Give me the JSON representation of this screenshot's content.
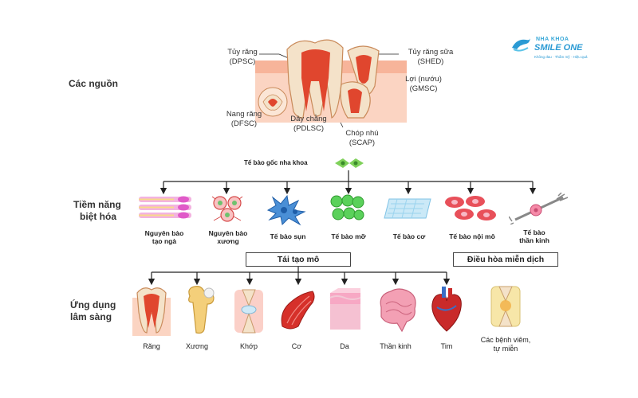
{
  "logo": {
    "line1": "NHA KHOA",
    "line2": "SMILE ONE",
    "tagline": "Không đau · Thẩm mỹ · Hiệu quả"
  },
  "rows": {
    "sources": "Các nguồn",
    "potential_line1": "Tiềm năng",
    "potential_line2": "biệt hóa",
    "clinical_line1": "Ứng dụng",
    "clinical_line2": "lâm sàng"
  },
  "sources": {
    "pulp_name": "Tủy răng",
    "pulp_code": "(DPSC)",
    "shed_name": "Tủy răng sữa",
    "shed_code": "(SHED)",
    "gingiva_name": "Lợi (nướu)",
    "gingiva_code": "(GMSC)",
    "follicle_name": "Nang răng",
    "follicle_code": "(DFSC)",
    "pdl_name": "Dây chằng",
    "pdl_code": "(PDLSC)",
    "papilla_name": "Chóp nhú",
    "papilla_code": "(SCAP)"
  },
  "stem_cell_label": "Tế bào gốc nha khoa",
  "differentiation": [
    {
      "line1": "Nguyên bào",
      "line2": "tạo ngà"
    },
    {
      "line1": "Nguyên bào",
      "line2": "xương"
    },
    {
      "line1": "Tế bào sụn",
      "line2": ""
    },
    {
      "line1": "Tế bào mỡ",
      "line2": ""
    },
    {
      "line1": "Tế bào cơ",
      "line2": ""
    },
    {
      "line1": "Tế bào nội mô",
      "line2": ""
    },
    {
      "line1": "Tế bào",
      "line2": "thần kinh"
    }
  ],
  "boxes": {
    "regeneration": "Tái tạo mô",
    "immune": "Điều hòa miễn dịch"
  },
  "applications": [
    {
      "line1": "Răng",
      "line2": ""
    },
    {
      "line1": "Xương",
      "line2": ""
    },
    {
      "line1": "Khớp",
      "line2": ""
    },
    {
      "line1": "Cơ",
      "line2": ""
    },
    {
      "line1": "Da",
      "line2": ""
    },
    {
      "line1": "Thần kinh",
      "line2": ""
    },
    {
      "line1": "Tim",
      "line2": ""
    },
    {
      "line1": "Các bệnh viêm,",
      "line2": "tự miễn"
    }
  ],
  "colors": {
    "enamel": "#f4e2c9",
    "pulp": "#d9432e",
    "gum": "#f4a98f",
    "adipocyte": "#5bd15b",
    "neuron": "#3b7fc6",
    "endothelial": "#e8505a",
    "brand": "#2a9ad4"
  }
}
